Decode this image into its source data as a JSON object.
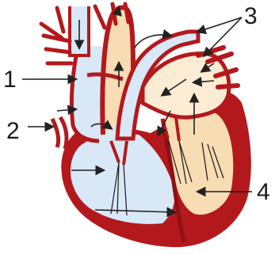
{
  "labels": {
    "l1": "1",
    "l2": "2",
    "l3": "3",
    "l4": "4"
  },
  "colors": {
    "wall": "#b3191c",
    "wall_dark": "#8e1014",
    "right_side": "#d8e8f7",
    "right_side_light": "#eaf3fb",
    "left_side": "#f8dcb4",
    "left_side_light": "#fdecd4",
    "arrow": "#222222"
  }
}
